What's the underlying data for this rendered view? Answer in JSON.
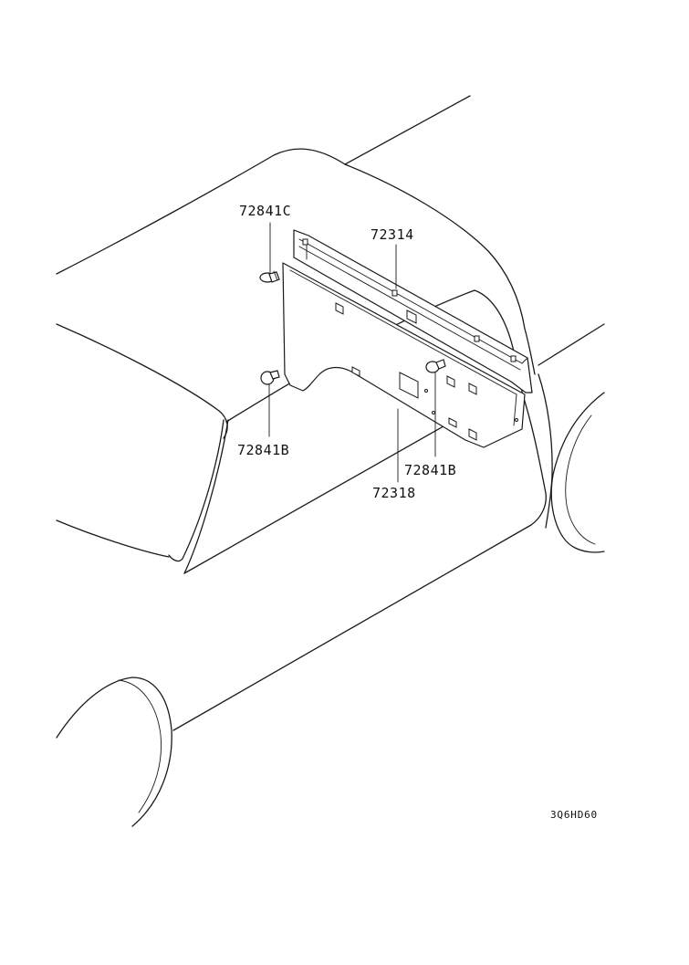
{
  "diagram": {
    "parts": [
      {
        "id": "clip_c",
        "label": "72841C"
      },
      {
        "id": "rail",
        "label": "72314"
      },
      {
        "id": "clip_b_left",
        "label": "72841B"
      },
      {
        "id": "clip_b_right",
        "label": "72841B"
      },
      {
        "id": "panel",
        "label": "72318"
      }
    ],
    "figure_code": "3Q6HD60"
  }
}
